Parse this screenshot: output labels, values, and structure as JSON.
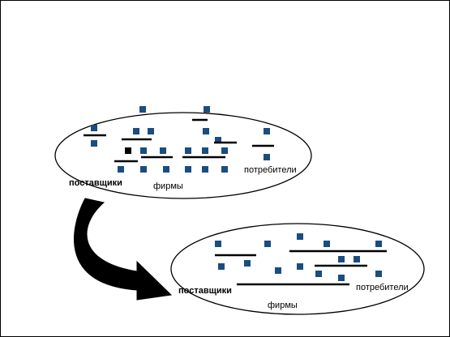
{
  "colors": {
    "square_fill": "#1a4d80",
    "square_dark": "#000000",
    "line": "#000000",
    "ellipse_stroke": "#000000",
    "arrow_fill": "#000000",
    "background": "#ffffff"
  },
  "top_cluster": {
    "labels": {
      "suppliers": "поставщики",
      "firms": "фирмы",
      "consumers": "потребители"
    }
  },
  "bottom_cluster": {
    "labels": {
      "suppliers": "поставщики",
      "firms": "фирмы",
      "consumers": "потребители"
    }
  }
}
